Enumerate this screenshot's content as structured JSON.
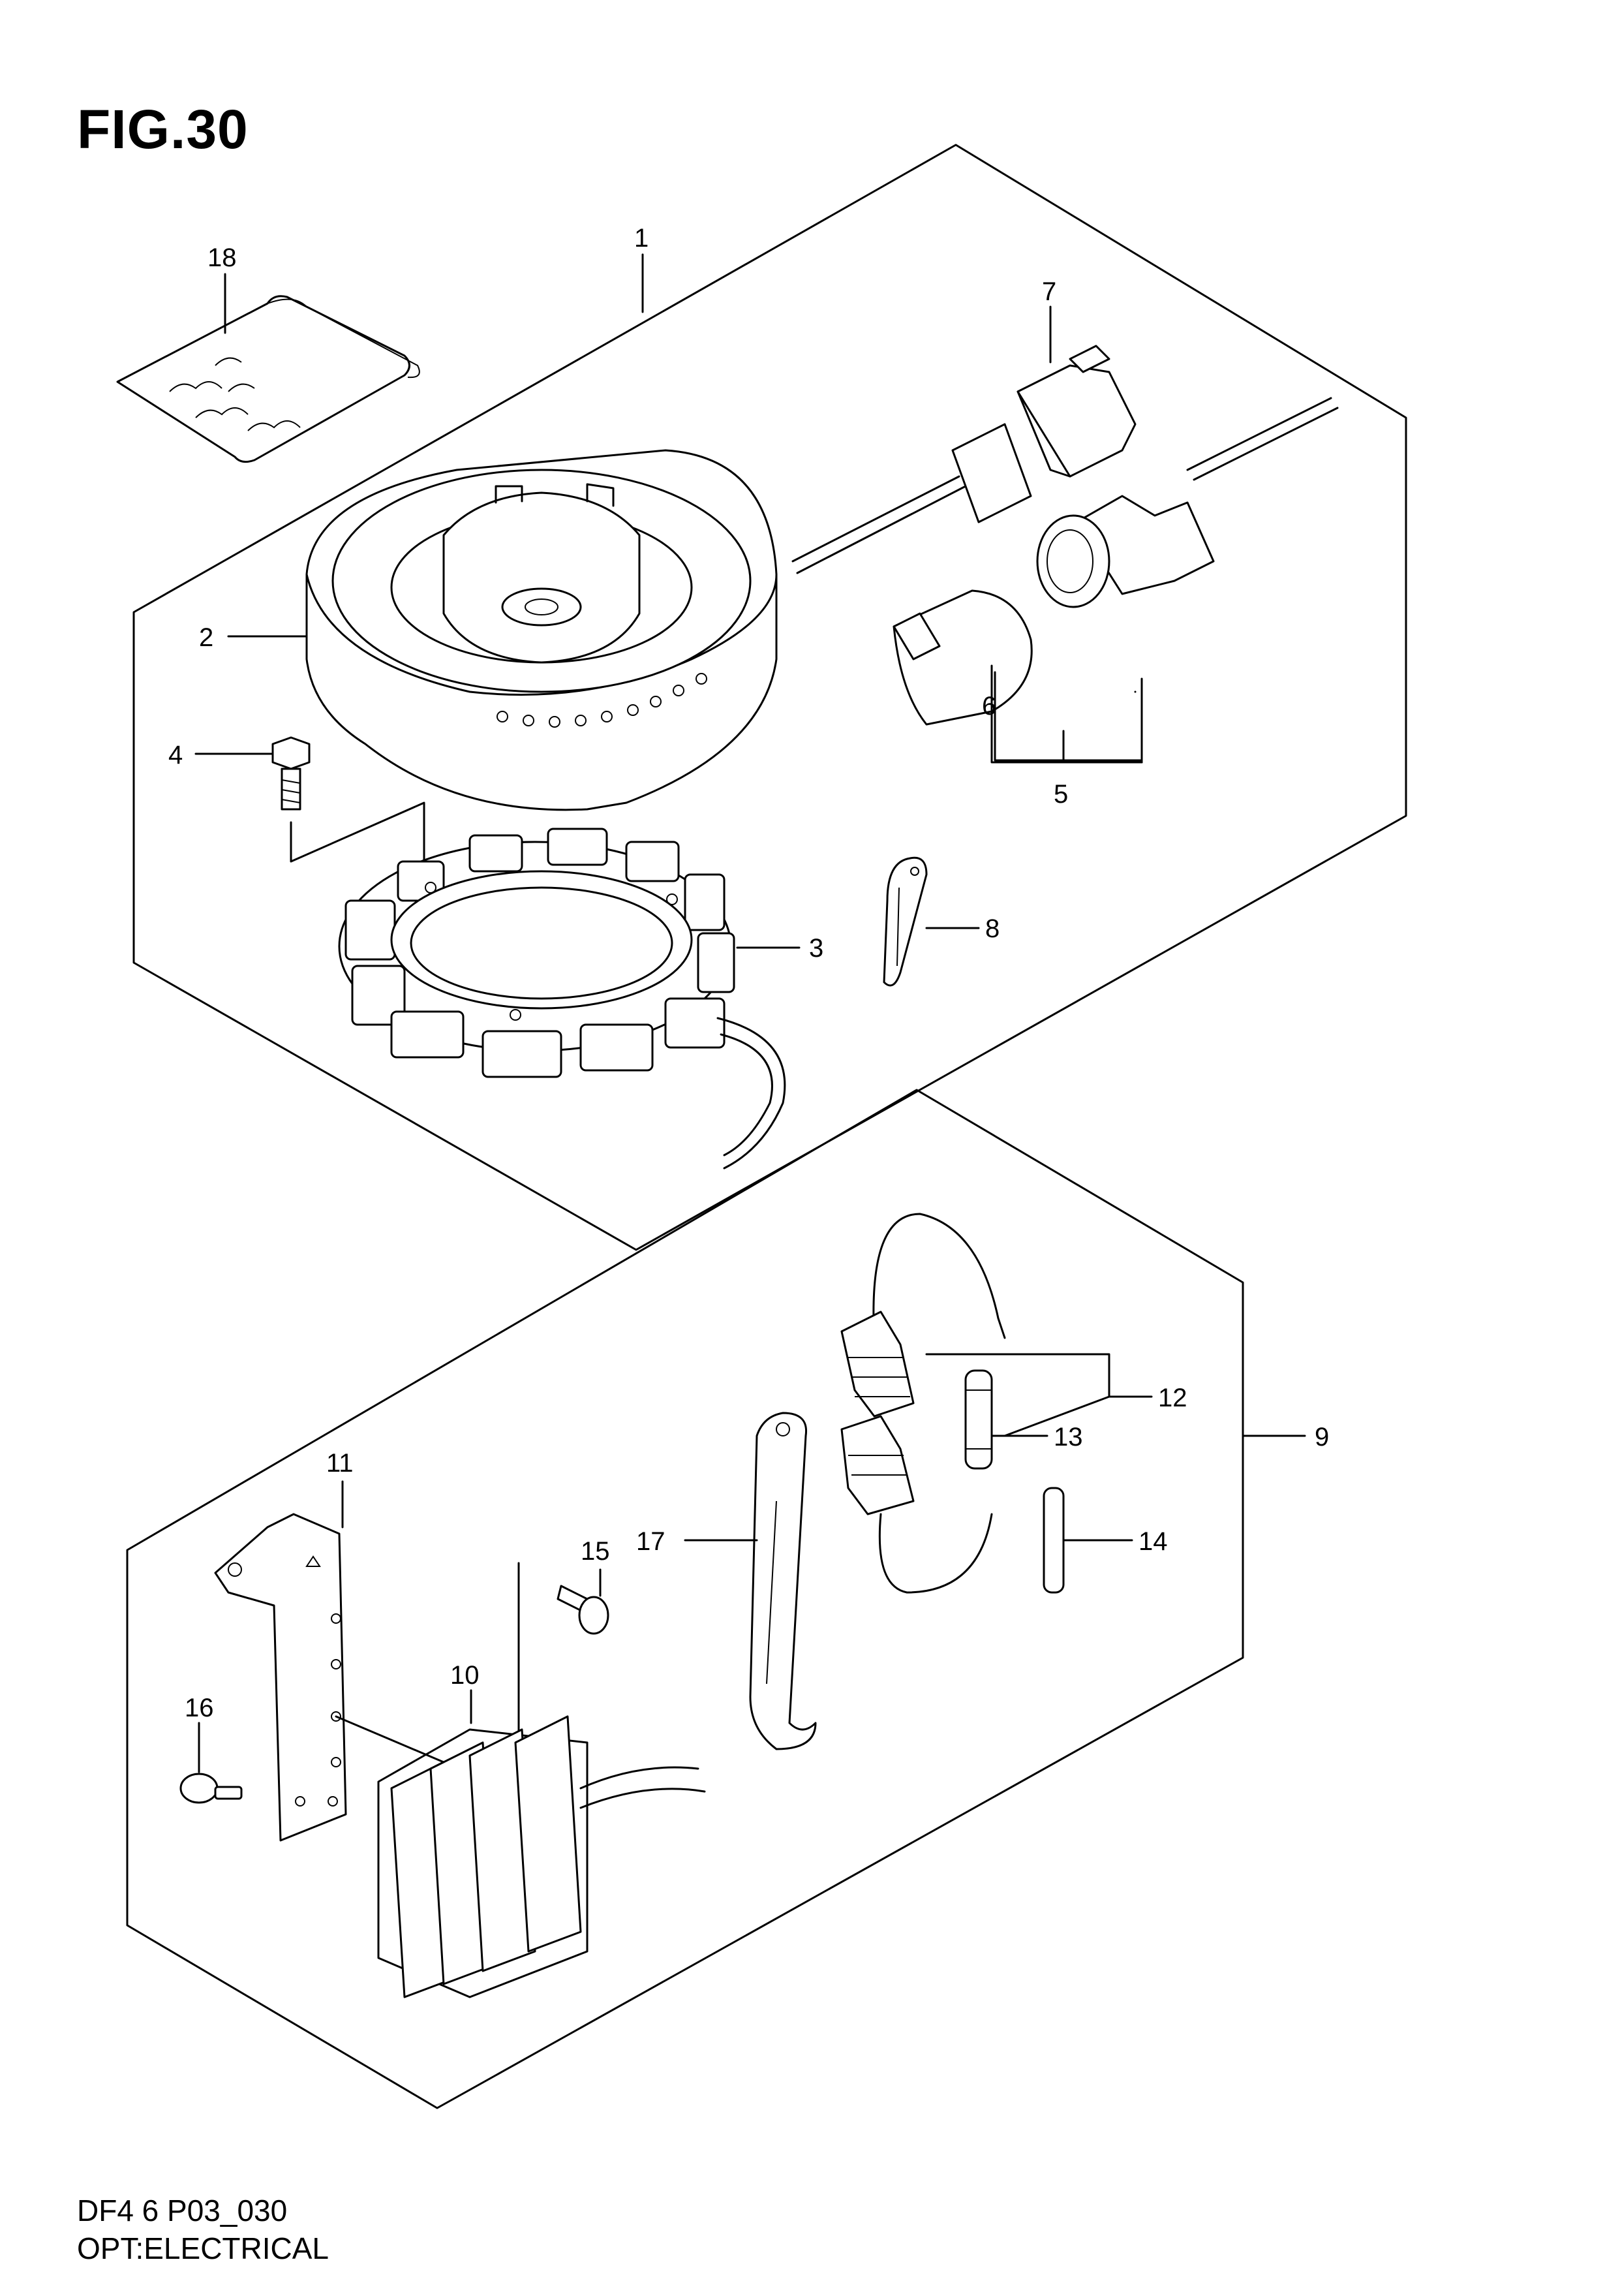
{
  "figure_title": "FIG.30",
  "footer": {
    "drawing_code": "DF4 6 P03_030",
    "section_name": "OPT:ELECTRICAL"
  },
  "callouts": {
    "c1": "1",
    "c2": "2",
    "c3": "3",
    "c4": "4",
    "c5": "5",
    "c6": "6",
    "c7": "7",
    "c8": "8",
    "c9": "9",
    "c10": "10",
    "c11": "11",
    "c12": "12",
    "c13": "13",
    "c14": "14",
    "c15": "15",
    "c16": "16",
    "c17": "17",
    "c18": "18"
  }
}
